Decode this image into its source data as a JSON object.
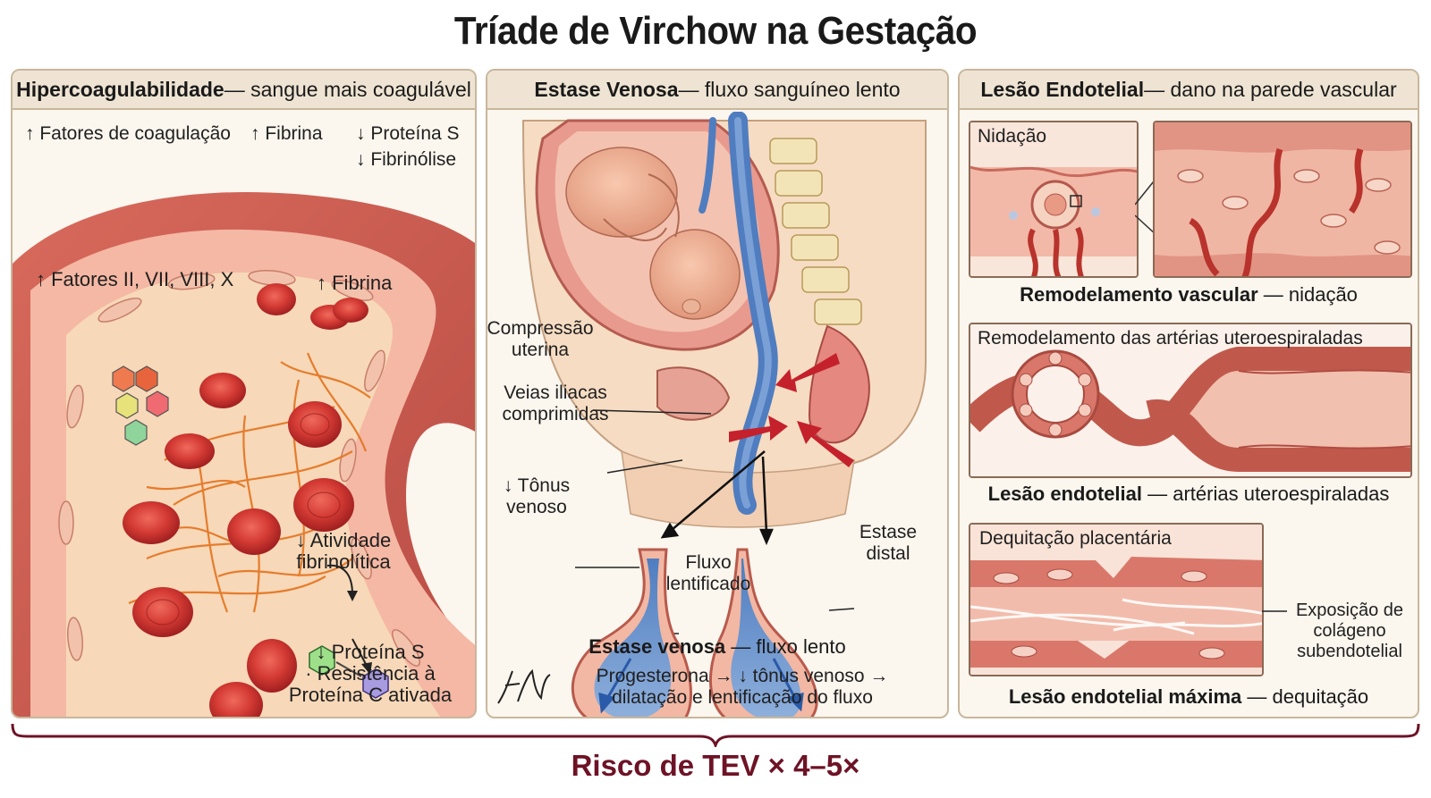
{
  "title": "Tríade de Virchow na Gestação",
  "colors": {
    "vessel": "#e8998a",
    "rbc": "#c8282a",
    "fibrin": "#e4731e",
    "vein": "#5c86c4",
    "risk": "#6e1326"
  },
  "panels": {
    "hyper": {
      "title_bold": "Hipercoagulabilidade",
      "title_rest": " — sangue mais coagulável",
      "labels": {
        "factors": "↑ Fatores de coagulação",
        "fibrin_top": "↑ Fibrina",
        "protein_s_top": "↓ Proteína S",
        "fibrinolysis": "↓ Fibrinólise",
        "factors_list": "↑ Fatores II, VII, VIII, X",
        "fibrin": "↑ Fibrina",
        "fibrinolytic_1": "↓ Atividade",
        "fibrinolytic_2": "fibrinolítica",
        "protein_s": "↓ Proteína S",
        "resistance_1": "· Resistência à",
        "resistance_2": "Proteína C ativada"
      }
    },
    "stasis": {
      "title_bold": "Estase Venosa",
      "title_rest": " — fluxo sanguíneo lento",
      "labels": {
        "compression_1": "Compressão",
        "compression_2": "uterina",
        "veins_1": "Veias iliacas",
        "veins_2": "comprimidas",
        "tone_1": "↓ Tônus",
        "tone_2": "venoso",
        "flow_1": "Fluxo",
        "flow_2": "lentificado",
        "distal_1": "Estase",
        "distal_2": "distal"
      },
      "caption_bold": "Estase venosa",
      "caption_rest": " — fluxo lento",
      "note_1": "Progesterona → ↓ tônus venoso →",
      "note_2": "dilatação e lentificação do fluxo"
    },
    "lesion": {
      "title_bold": "Lesão Endotelial",
      "title_rest": " — dano na parede vascular",
      "inset1_label": "Nidação",
      "caption1_bold": "Remodelamento vascular",
      "caption1_rest": " — nidação",
      "inset2_label": "Remodelamento das artérias uteroespiraladas",
      "caption2_bold": "Lesão endotelial",
      "caption2_rest": " — artérias uteroespiraladas",
      "inset3_label": "Dequitação placentária",
      "collagen_1": "Exposição de",
      "collagen_2": "colágeno",
      "collagen_3": "subendotelial",
      "caption3_bold": "Lesão endotelial máxima",
      "caption3_rest": " — dequitação"
    }
  },
  "risk": "Risco de TEV × 4–5×"
}
